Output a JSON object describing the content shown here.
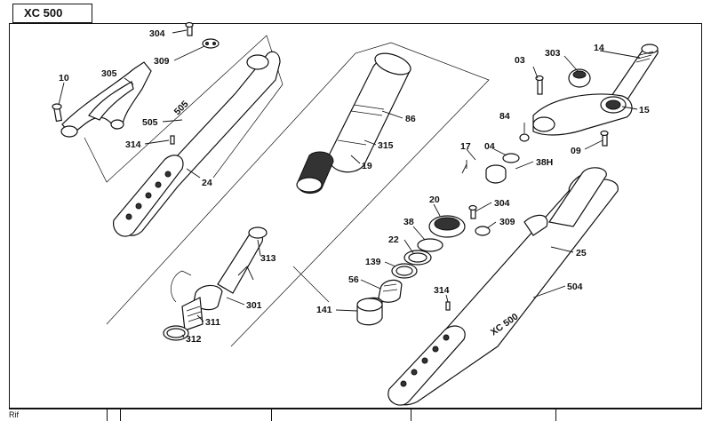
{
  "title": "XC 500",
  "footer": {
    "rif_label": "Rif"
  },
  "labels": {
    "p304a": "304",
    "p309a": "309",
    "p10": "10",
    "p305": "305",
    "p505": "505",
    "p314a": "314",
    "p24": "24",
    "p86": "86",
    "p315": "315",
    "p19": "19",
    "p313": "313",
    "p301": "301",
    "p311": "311",
    "p312": "312",
    "p03": "03",
    "p303": "303",
    "p14": "14",
    "p15": "15",
    "p84": "84",
    "p09": "09",
    "p17": "17",
    "p04": "04",
    "p38H": "38H",
    "p20": "20",
    "p304b": "304",
    "p309b": "309",
    "p38": "38",
    "p22": "22",
    "p25": "25",
    "p139": "139",
    "p56": "56",
    "p314b": "314",
    "p504": "504",
    "p141": "141"
  },
  "decal_text": {
    "left_logo": "505",
    "right_logo": "XC 500"
  },
  "colors": {
    "ink": "#111111",
    "paper": "#ffffff"
  }
}
